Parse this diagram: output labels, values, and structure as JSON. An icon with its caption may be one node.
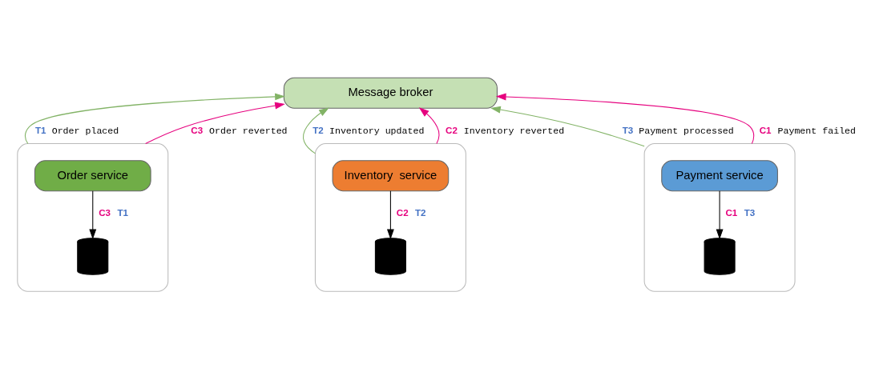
{
  "diagram": {
    "nodes": [
      {
        "text": [
          "Message broker"
        ]
      },
      {
        "text": [],
        "shape": "box"
      },
      {
        "text": [
          "Order service"
        ],
        "in": 1
      },
      {
        "text": [],
        "shape": "cylinder",
        "in": 1
      },
      {
        "text": [],
        "shape": "box"
      },
      {
        "text": [
          "Inventory  service"
        ],
        "in": 4
      },
      {
        "text": [],
        "shape": "cylinder",
        "in": 4
      },
      {
        "text": [],
        "shape": "box"
      },
      {
        "text": [
          "Payment service"
        ],
        "in": 7
      },
      {
        "text": [],
        "shape": "cylinder",
        "in": 7
      }
    ],
    "edges": [
      {
        "from": 1,
        "to": 0,
        "arrow": "to",
        "label": "T1 Order placed",
        "color": "#82b366"
      },
      {
        "from": 1,
        "to": 0,
        "arrow": "to",
        "label": "C3 Order reverted",
        "color": "#e6007e"
      },
      {
        "from": 2,
        "to": 3,
        "arrow": "to",
        "label": "C3 T1",
        "color": "#000000"
      },
      {
        "from": 4,
        "to": 0,
        "arrow": "to",
        "label": "T2 Inventory updated",
        "color": "#82b366"
      },
      {
        "from": 4,
        "to": 0,
        "arrow": "to",
        "label": "C2 Inventory reverted",
        "color": "#e6007e"
      },
      {
        "from": 5,
        "to": 6,
        "arrow": "to",
        "label": "C2 T2",
        "color": "#000000"
      },
      {
        "from": 7,
        "to": 0,
        "arrow": "to",
        "label": "T3 Payment processed",
        "color": "#82b366"
      },
      {
        "from": 7,
        "to": 0,
        "arrow": "to",
        "label": "C1 Payment failed",
        "color": "#e6007e"
      },
      {
        "from": 8,
        "to": 9,
        "arrow": "to",
        "label": "C1 T3",
        "color": "#000000"
      }
    ]
  }
}
